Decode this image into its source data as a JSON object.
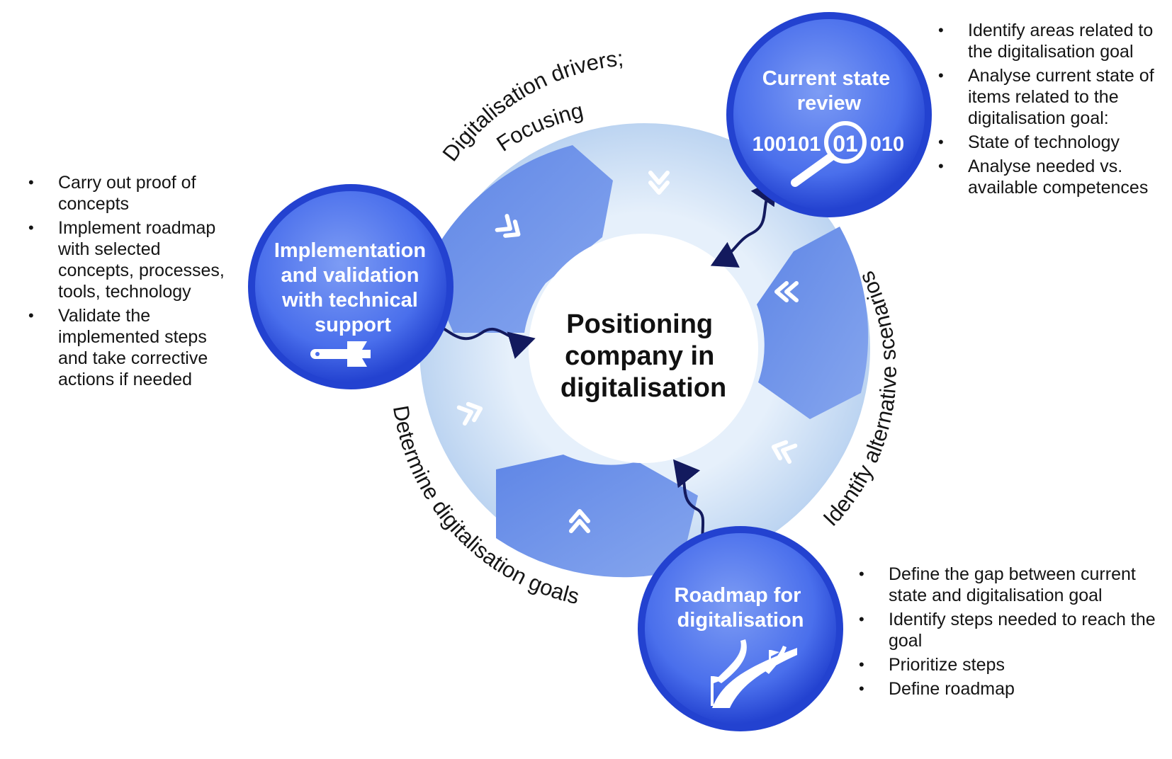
{
  "center": {
    "lines": [
      "Positioning",
      "company in",
      "digitalisation"
    ]
  },
  "circles": {
    "implementation": {
      "lines": [
        "Implementation",
        "and validation",
        "with technical",
        "support"
      ],
      "icon": "wrench-icon"
    },
    "current_state": {
      "lines": [
        "Current state",
        "review"
      ],
      "binary_left": "100101",
      "binary_mid": "01",
      "binary_right": "010",
      "icon": "magnifier-icon"
    },
    "roadmap": {
      "lines": [
        "Roadmap for",
        "digitalisation"
      ],
      "icon": "road-icon"
    }
  },
  "arc_labels": {
    "drivers_line1": "Digitalisation drivers;",
    "drivers_line2": "Focusing",
    "scenarios": "Identify alternative scenarios",
    "goals": "Determine digitalisation goals"
  },
  "bullets_left": [
    "Carry out proof of concepts",
    "Implement roadmap with selected concepts, processes, tools, technology",
    "Validate the implemented steps and take corrective actions if needed"
  ],
  "bullets_top_right": [
    "Identify areas related to the digitalisation goal",
    "Analyse current state of items related to the digitalisation goal:",
    "State of technology",
    "Analyse needed vs. available competences"
  ],
  "bullets_bottom_right": [
    "Define the gap between current state and digitalisation goal",
    "Identify steps needed to reach the goal",
    "Prioritize steps",
    "Define roadmap"
  ],
  "colors": {
    "circle_blue": "#3f66e8",
    "circle_dark": "#1c3cc4",
    "ring_light": "#c9dcf4",
    "ring_segment": "#6b90e6",
    "arrow_navy": "#131a5e"
  }
}
